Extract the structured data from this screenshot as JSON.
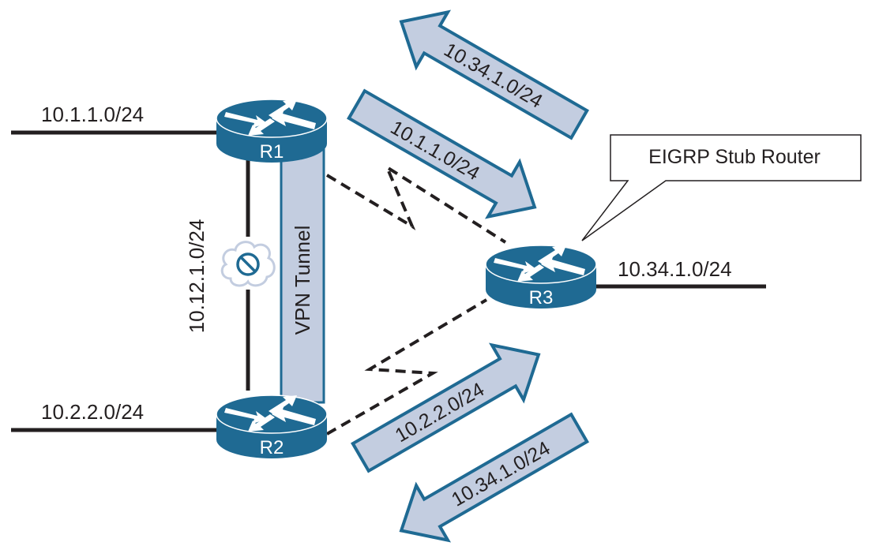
{
  "diagram": {
    "routers": [
      {
        "id": "R1",
        "label": "R1"
      },
      {
        "id": "R2",
        "label": "R2"
      },
      {
        "id": "R3",
        "label": "R3"
      }
    ],
    "lan_labels": {
      "r1": "10.1.1.0/24",
      "r2": "10.2.2.0/24",
      "r3": "10.34.1.0/24"
    },
    "link_r1_r2": {
      "label": "10.12.1.0/24",
      "state": "blocked"
    },
    "vpn_tunnel": {
      "label": "VPN Tunnel"
    },
    "callout": {
      "text": "EIGRP Stub Router",
      "target": "R3"
    },
    "route_advertisements": [
      {
        "label": "10.34.1.0/24",
        "from": "R3",
        "to": "R1"
      },
      {
        "label": "10.1.1.0/24",
        "from": "R1",
        "to": "R3"
      },
      {
        "label": "10.2.2.0/24",
        "from": "R2",
        "to": "R3"
      },
      {
        "label": "10.34.1.0/24",
        "from": "R3",
        "to": "R2"
      }
    ],
    "wan_links": [
      {
        "from": "R1",
        "to": "R3",
        "style": "dashed-serial"
      },
      {
        "from": "R2",
        "to": "R3",
        "style": "dashed-serial"
      }
    ],
    "colors": {
      "router_blue": "#1f6a93",
      "arrow_fill": "#c3cde0",
      "arrow_stroke": "#1f6a93",
      "line": "#231f20"
    }
  }
}
